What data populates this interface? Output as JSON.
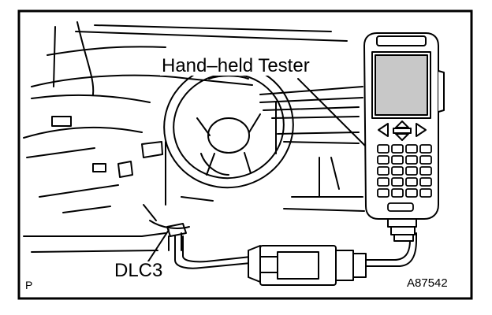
{
  "labels": {
    "tester": "Hand–held Tester",
    "connector": "DLC3",
    "corner_mark": "P",
    "figure_code": "A87542"
  },
  "tester_keys": {
    "arrow_left": "◁",
    "arrow_right": "▷"
  }
}
